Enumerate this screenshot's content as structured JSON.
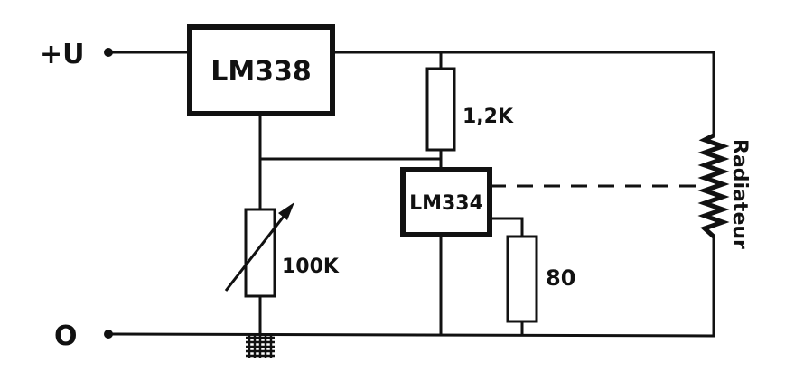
{
  "terminals": {
    "positive": "+U",
    "ground": "O"
  },
  "components": {
    "regulator": "LM338",
    "current_source": "LM334",
    "resistor_top": "1,2K",
    "potentiometer": "100K",
    "resistor_bottom": "80",
    "heater": "Radiateur"
  },
  "colors": {
    "ink": "#111111",
    "background": "#ffffff"
  }
}
